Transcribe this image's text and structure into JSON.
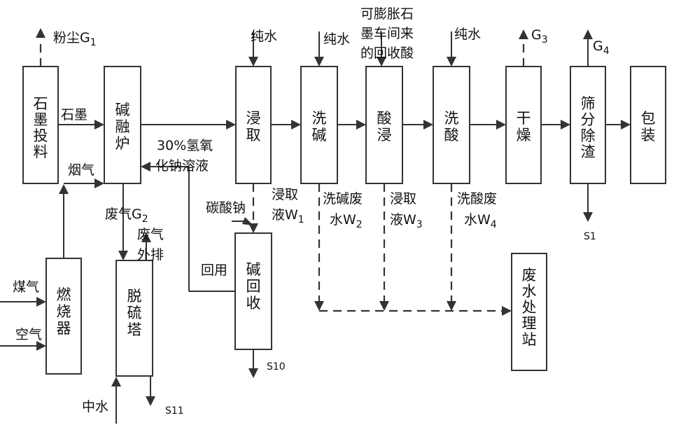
{
  "boxes": {
    "graphite_feed": [
      "石",
      "墨",
      "投",
      "料"
    ],
    "alkali_furnace": [
      "碱",
      "融",
      "炉"
    ],
    "leach": [
      "浸",
      "取"
    ],
    "alkali_wash": [
      "洗",
      "碱"
    ],
    "acid_leach": [
      "酸",
      "浸"
    ],
    "acid_wash": [
      "洗",
      "酸"
    ],
    "dry": [
      "干",
      "燥"
    ],
    "screen": [
      "筛",
      "分",
      "除",
      "渣"
    ],
    "pack": [
      "包",
      "装"
    ],
    "burner": [
      "燃",
      "烧",
      "器"
    ],
    "desulfurizer": [
      "脱",
      "硫",
      "塔"
    ],
    "alkali_recovery": [
      "碱",
      "回",
      "收"
    ],
    "wastewater_station": [
      "废",
      "水",
      "处",
      "理",
      "站"
    ]
  },
  "labels": {
    "dust": "粉尘G",
    "dust_sub": "1",
    "graphite": "石墨",
    "flue_gas": "烟气",
    "naoh": [
      "30%氢氧",
      "化钠溶液"
    ],
    "exhaust": "废气G",
    "exhaust_sub": "2",
    "exhaust_out": [
      "废气",
      "外排"
    ],
    "coal_gas": "煤气",
    "air": "空气",
    "reclaimed_water": "中水",
    "s11": "S11",
    "pure_water": "纯水",
    "acid_source": [
      "可膨胀石",
      "墨车间来",
      "的回收酸"
    ],
    "sodium_carbonate": "碳酸钠",
    "reuse": "回用",
    "s10": "S10",
    "leachate1": [
      "浸取",
      "液W"
    ],
    "leachate1_sub": "1",
    "alkali_waste": [
      "洗碱废",
      "水W"
    ],
    "alkali_waste_sub": "2",
    "leachate3": [
      "浸取",
      "液W"
    ],
    "leachate3_sub": "3",
    "acid_waste": [
      "洗酸废",
      "水W"
    ],
    "acid_waste_sub": "4",
    "g3": "G",
    "g3_sub": "3",
    "g4": "G",
    "g4_sub": "4",
    "s1": "S1"
  }
}
